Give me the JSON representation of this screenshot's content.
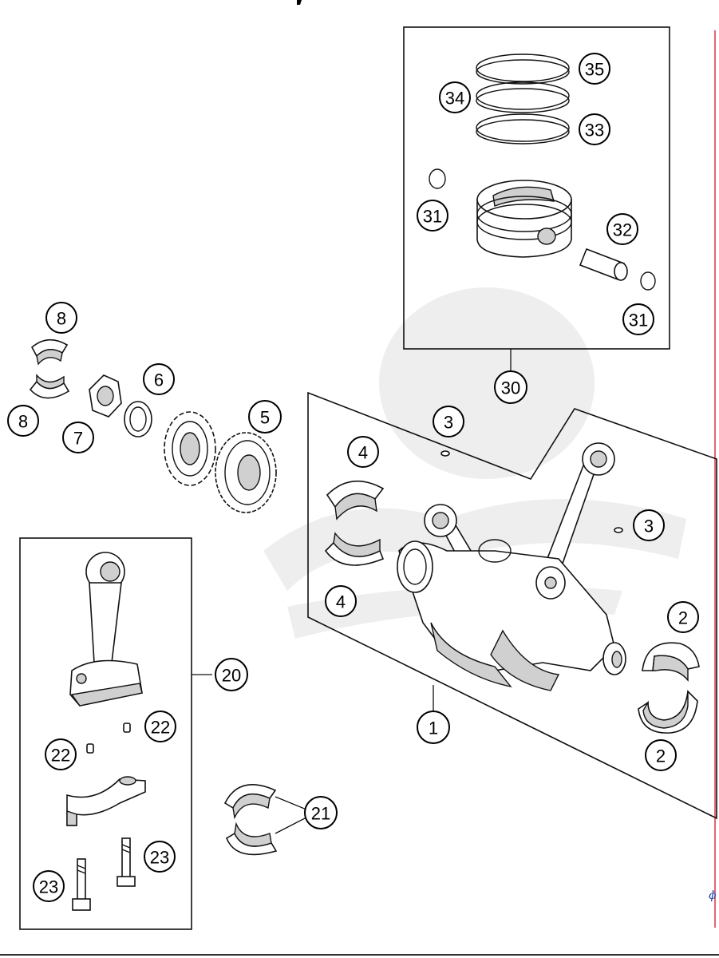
{
  "footer": {
    "marker": "ɸ"
  },
  "colors": {
    "ink": "#111111",
    "edge_line": "#d0021b",
    "marker": "#1a3aa0",
    "watermark": "#cfcfcf"
  },
  "callouts": {
    "c35": "35",
    "c34": "34",
    "c33": "33",
    "c31a": "31",
    "c32": "32",
    "c31b": "31",
    "c30": "30",
    "c8a": "8",
    "c8b": "8",
    "c7": "7",
    "c6": "6",
    "c5": "5",
    "c3a": "3",
    "c3b": "3",
    "c4a": "4",
    "c4b": "4",
    "c2a": "2",
    "c2b": "2",
    "c1": "1",
    "c20": "20",
    "c22a": "22",
    "c22b": "22",
    "c23a": "23",
    "c23b": "23",
    "c21": "21"
  },
  "icons": {
    "watermark": "mechanic-mascot-logo"
  }
}
